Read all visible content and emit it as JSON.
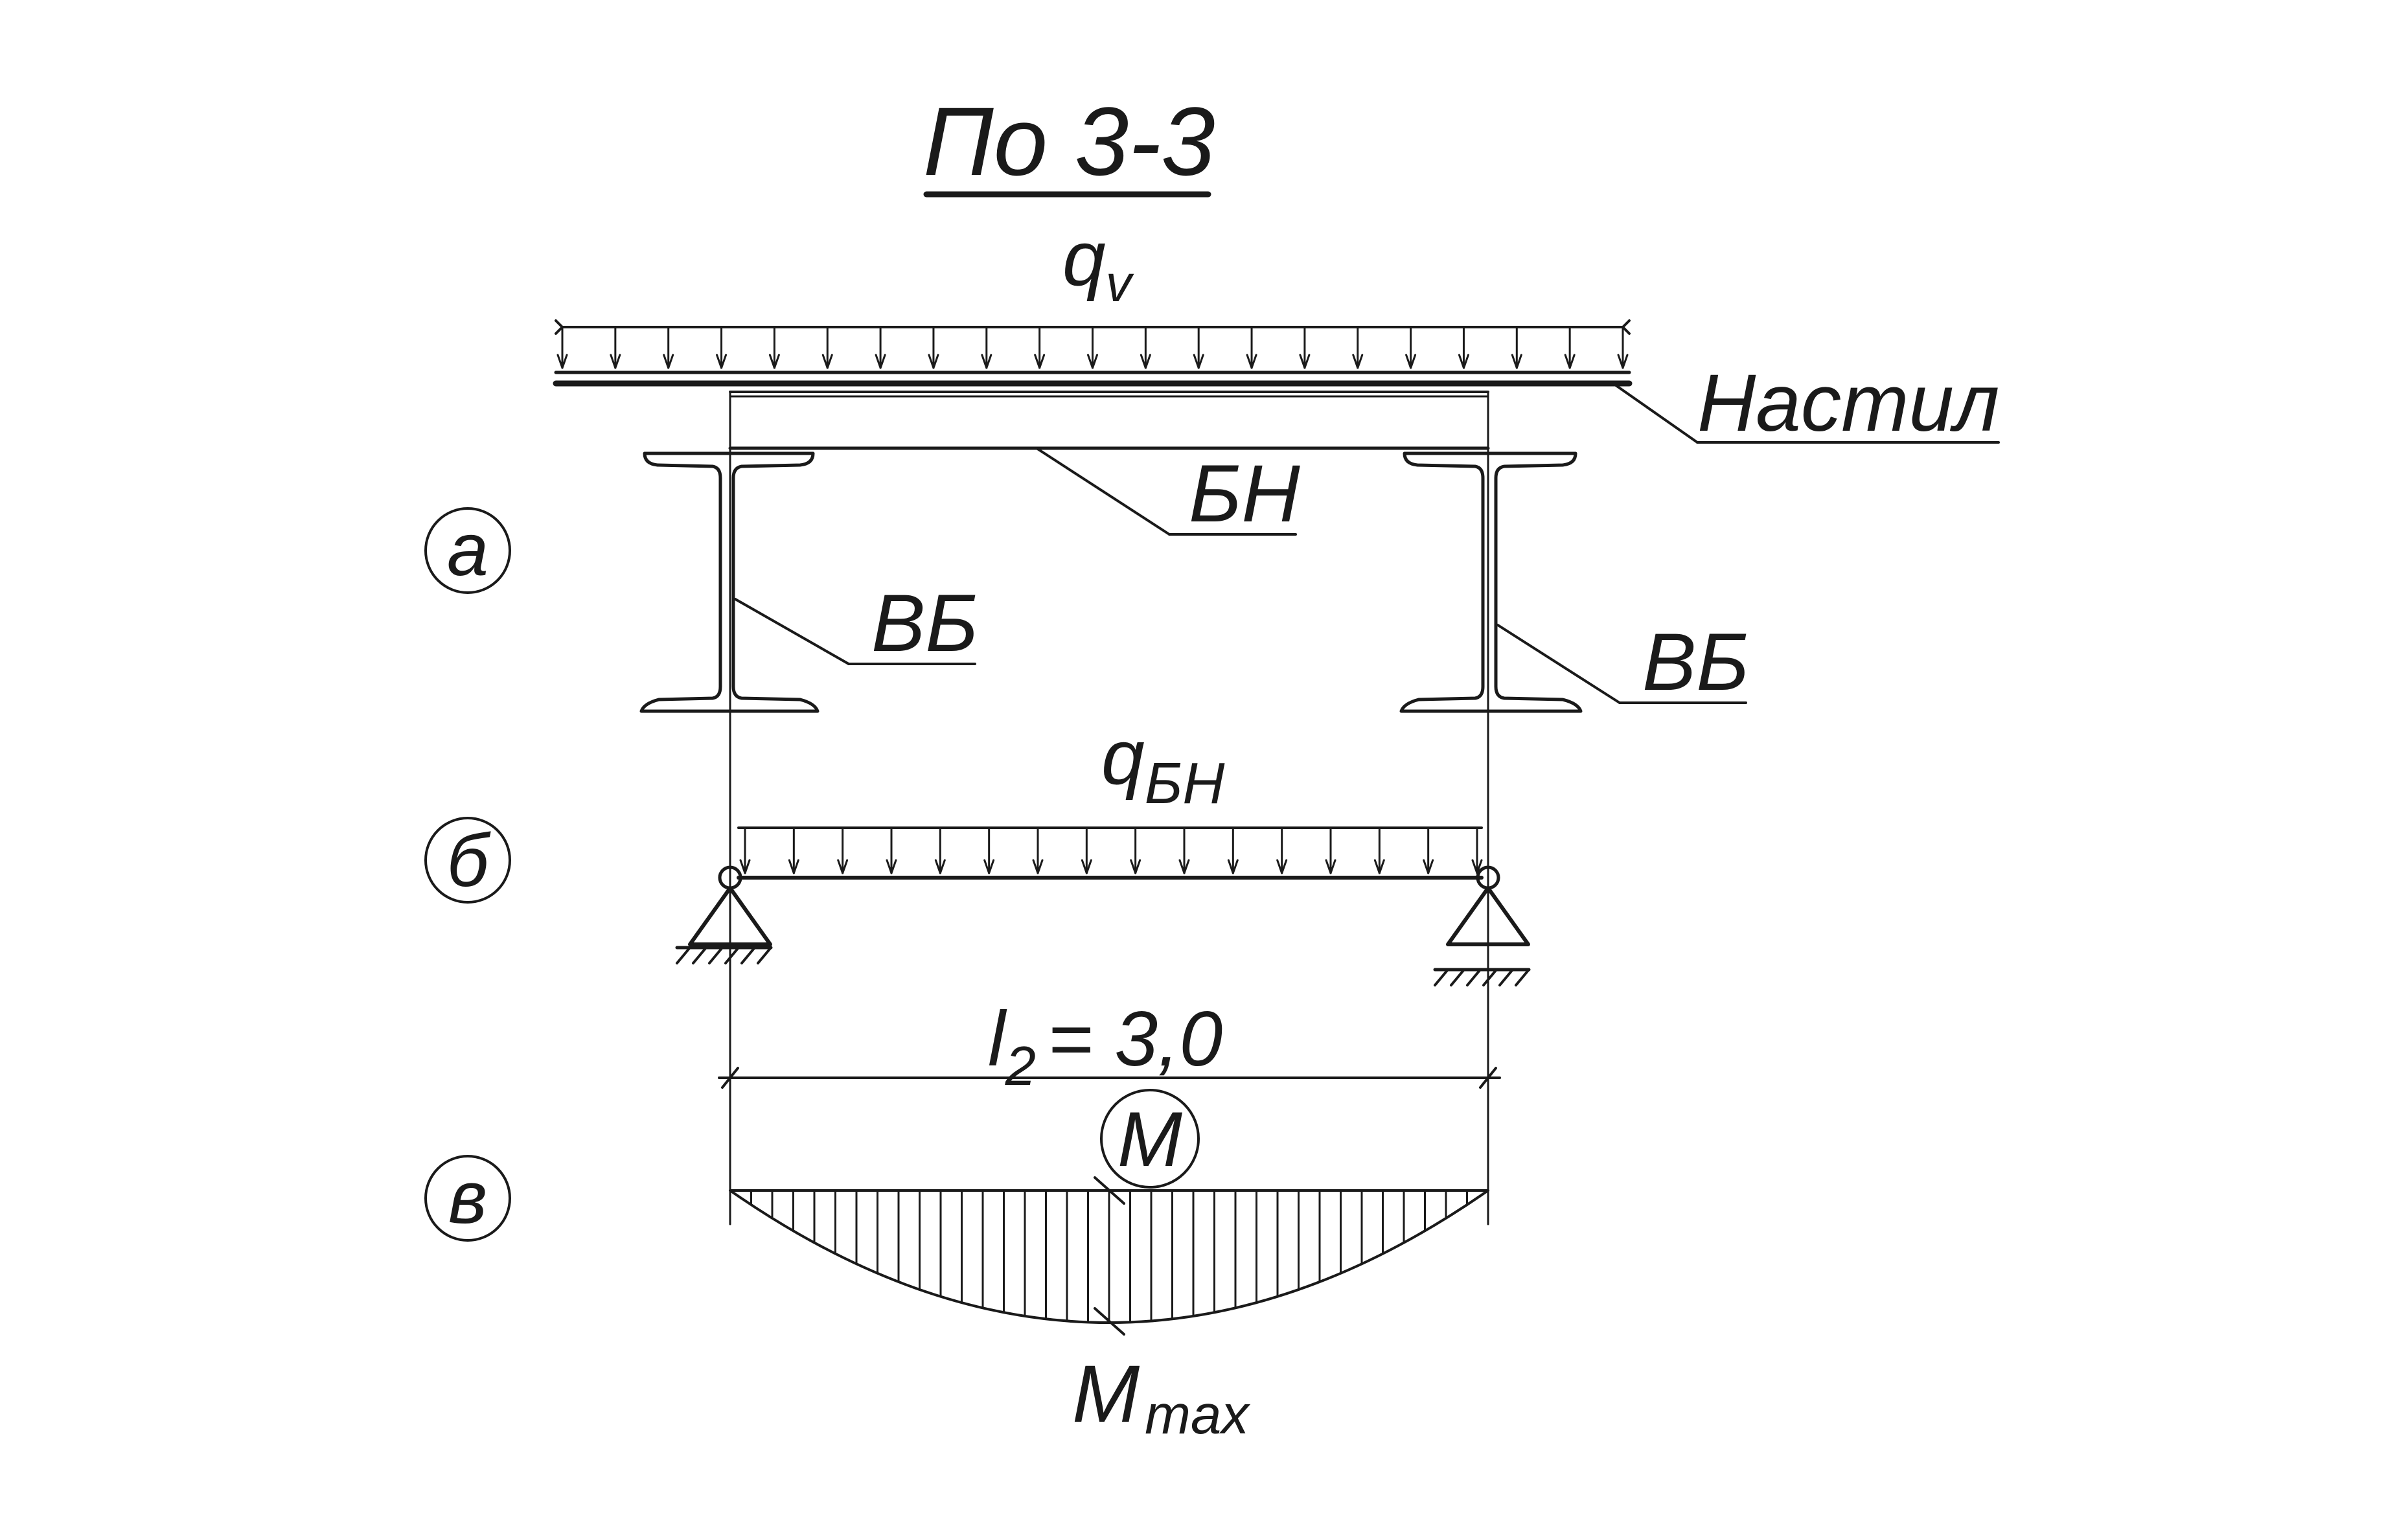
{
  "title": "По 3-3",
  "load_top": {
    "symbol": "q",
    "subscript": "v"
  },
  "load_beam": {
    "symbol": "q",
    "subscript": "БН"
  },
  "labels": {
    "deck": "Настил",
    "floor_beam": "БН",
    "main_beam_left": "ВБ",
    "main_beam_right": "ВБ"
  },
  "row_markers": [
    "а",
    "б",
    "в"
  ],
  "span": {
    "symbol": "l",
    "subscript": "2",
    "value_text": "= 3,0"
  },
  "moment": {
    "label": "M",
    "max_label": "M",
    "max_subscript": "max"
  },
  "colors": {
    "line": "#1a1a1a",
    "background": "#ffffff"
  }
}
